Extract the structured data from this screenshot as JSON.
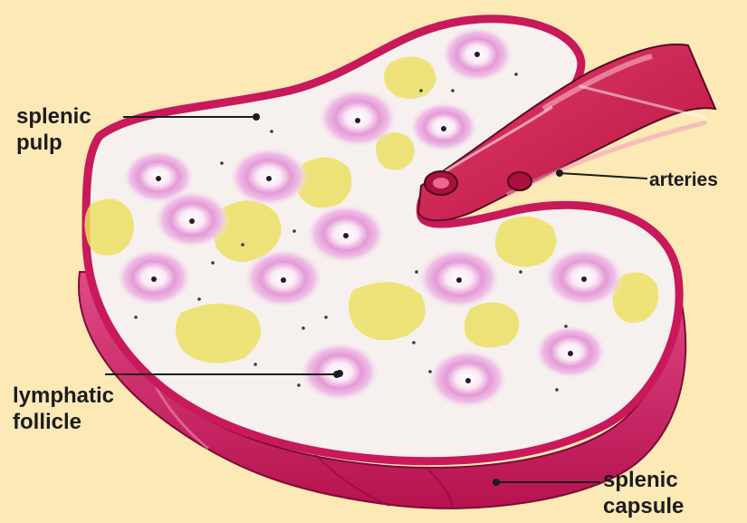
{
  "labels": {
    "splenic_pulp": [
      "splenic",
      "pulp"
    ],
    "arteries": "arteries",
    "lymphatic_follicle": [
      "lymphatic",
      "follicle"
    ],
    "splenic_capsule": [
      "splenic",
      "capsule"
    ]
  },
  "colors": {
    "background": "#fde9b6",
    "capsule": "#c8195a",
    "capsule_dark": "#a10f44",
    "pulp": "#f6f1ee",
    "follicle": "#dc86cc",
    "lymph_patch": "#ece063",
    "artery": "#d11c4c",
    "leader_line": "#1c1c1c"
  }
}
